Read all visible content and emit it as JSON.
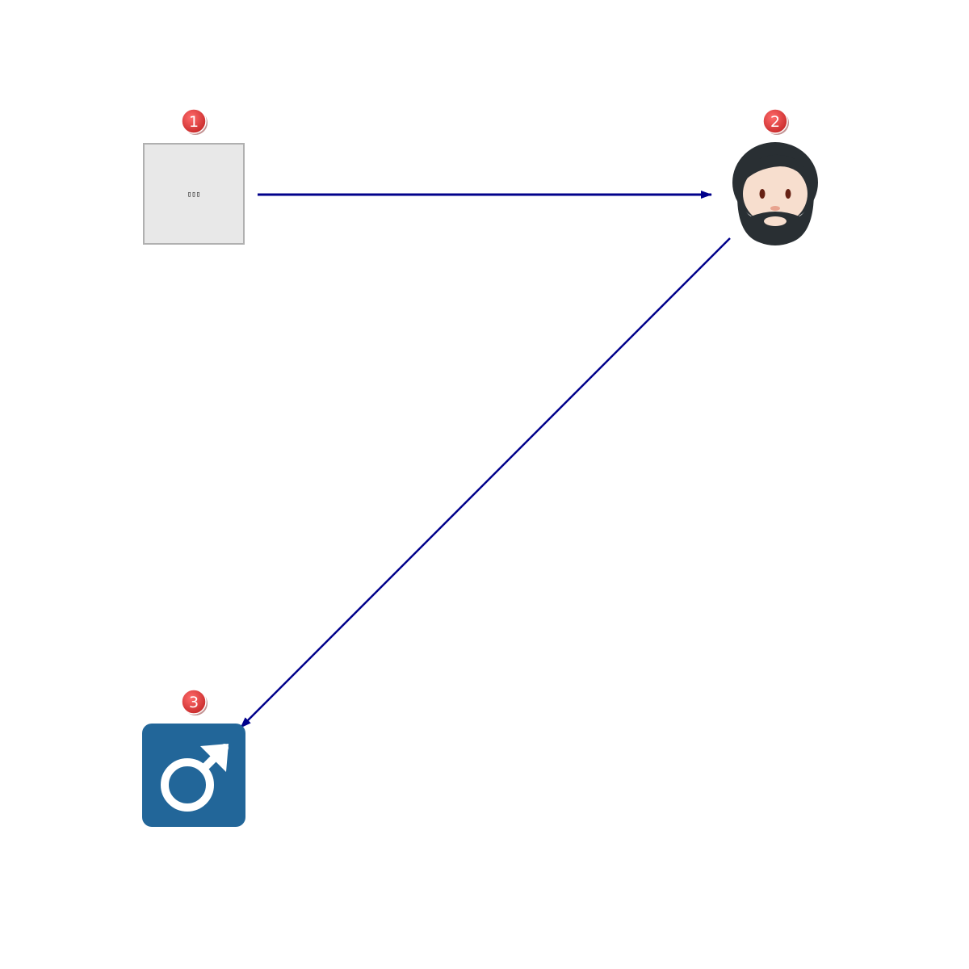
{
  "colors": {
    "edge": "#00008b",
    "badge": "#e53935",
    "node_box_fill": "#e8e8e8",
    "node_box_stroke": "#b0b0b0",
    "hair_beard": "#292f33",
    "skin": "#f7dece",
    "symbol_tile": "#226699",
    "symbol_glyph": "#ffffff"
  },
  "nodes": [
    {
      "id": "1",
      "badge": "1",
      "icon": "missing-glyph-icon",
      "text": "▯▯▯"
    },
    {
      "id": "2",
      "badge": "2",
      "icon": "bearded-person-icon"
    },
    {
      "id": "3",
      "badge": "3",
      "icon": "male-sign-icon"
    }
  ],
  "edges": [
    {
      "from": "1",
      "to": "2"
    },
    {
      "from": "2",
      "to": "3"
    }
  ]
}
